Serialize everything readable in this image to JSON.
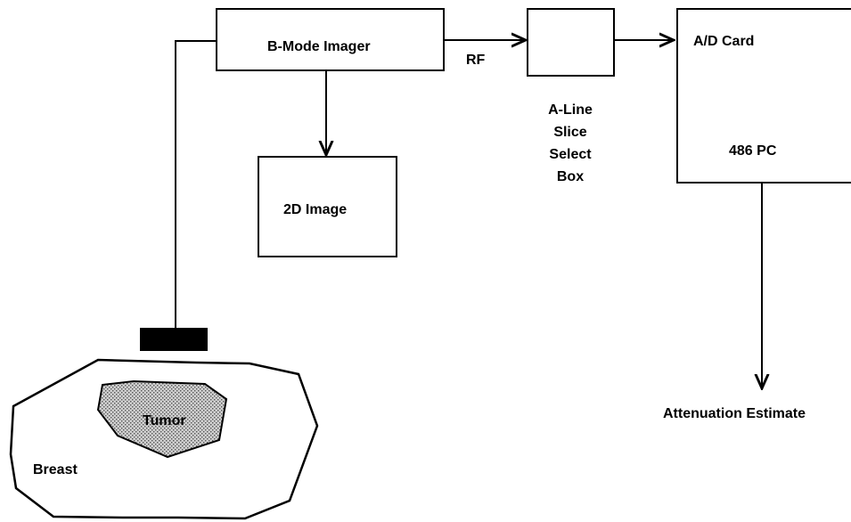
{
  "diagram": {
    "nodes": {
      "bmode": {
        "label": "B-Mode Imager"
      },
      "image2d": {
        "label": "2D Image"
      },
      "slice_box": {
        "lines": [
          "A-Line",
          "Slice",
          "Select",
          "Box"
        ]
      },
      "pc": {
        "top_label": "A/D Card",
        "bottom_label": "486 PC"
      },
      "output": {
        "label": "Attenuation Estimate"
      },
      "breast": {
        "label": "Breast"
      },
      "tumor": {
        "label": "Tumor"
      }
    },
    "edges": {
      "rf_label": "RF"
    },
    "colors": {
      "stroke": "#000000",
      "background": "#ffffff",
      "tumor_fill": "#bdbdbd"
    }
  }
}
